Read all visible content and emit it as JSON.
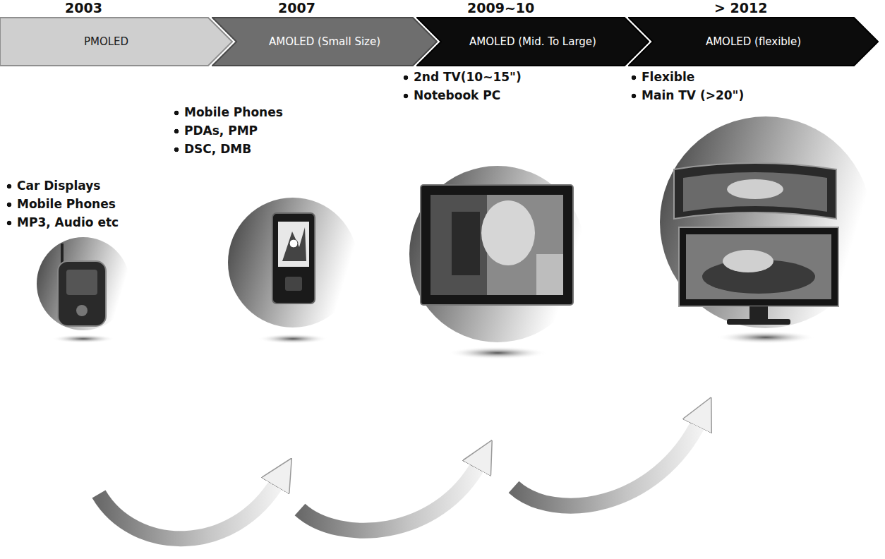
{
  "diagram": {
    "nodes": [
      {
        "text": [
          "2003",
          "PMOLED"
        ]
      },
      {
        "text": [
          "2007",
          "AMOLED (Small Size)"
        ]
      },
      {
        "text": [
          "2009~10",
          "AMOLED (Mid. To Large)"
        ]
      },
      {
        "text": [
          "> 2012",
          "AMOLED (flexible)"
        ]
      }
    ],
    "labels": [
      "2nd TV(10~15\")",
      "Notebook PC",
      "Flexible",
      "Main TV (>20\")",
      "Mobile Phones",
      "PDAs, PMP",
      "DSC, DMB",
      "Car Displays",
      "Mobile Phones",
      "MP3, Audio etc"
    ]
  }
}
